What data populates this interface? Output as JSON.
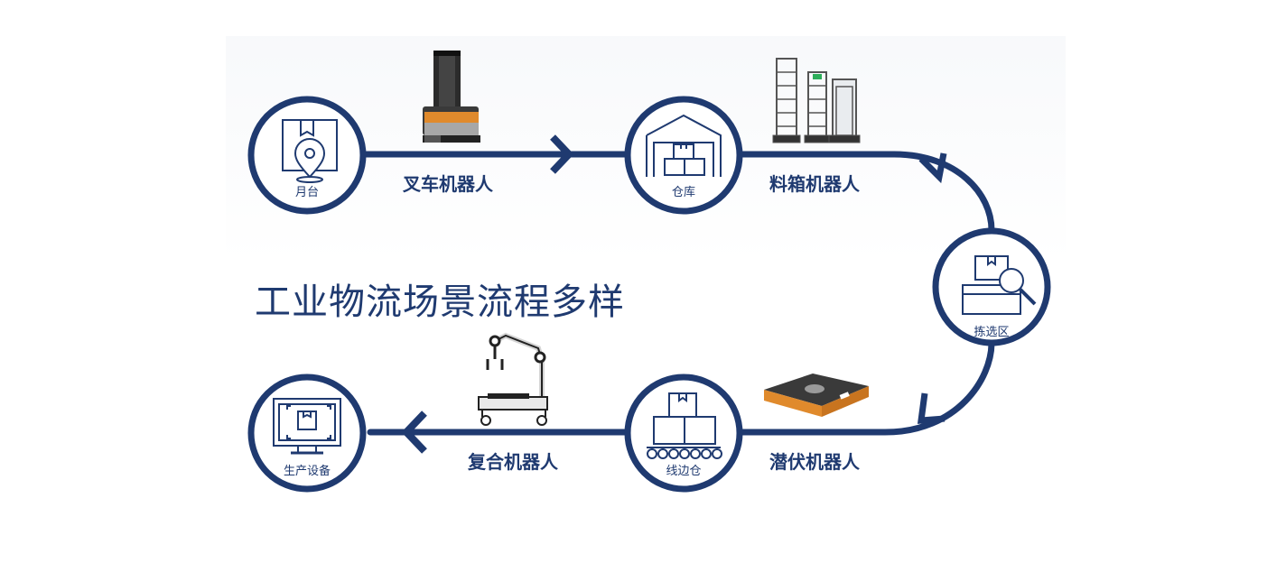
{
  "title": "工业物流场景流程多样",
  "nodes": {
    "dock": "月台",
    "warehouse": "仓库",
    "picking_area": "拣选区",
    "line_side": "线边仓",
    "production": "生产设备"
  },
  "robots": {
    "forklift": "叉车机器人",
    "bin": "料箱机器人",
    "latent": "潜伏机器人",
    "composite": "复合机器人"
  },
  "colors": {
    "primary": "#1f3a70",
    "node_fill": "#ffffff",
    "icon_stroke": "#1f3a70",
    "accent_orange": "#e08a2c"
  }
}
